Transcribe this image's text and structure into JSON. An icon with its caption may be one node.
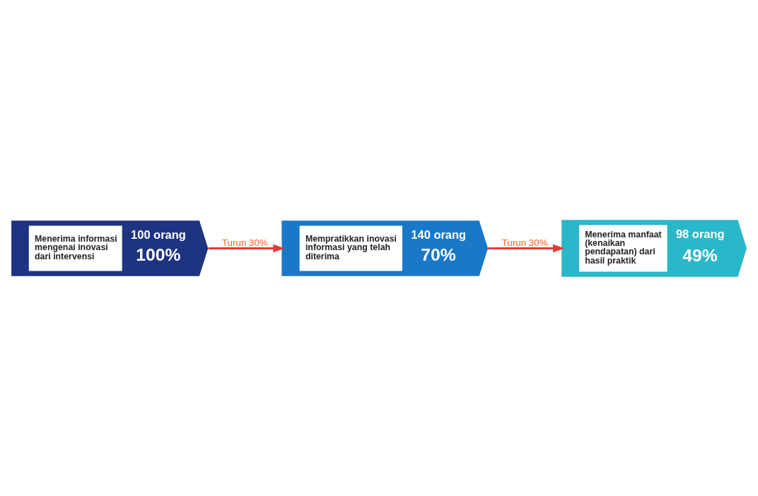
{
  "diagram": {
    "nodes": [
      {
        "text": [
          "Menerima informasi mengenai inovasi dari intervensi",
          "100 orang",
          "100%"
        ]
      },
      {
        "text": [
          "Mempratikkan inovasi informasi yang telah diterima",
          "140 orang",
          "70%"
        ]
      },
      {
        "text": [
          "Menerima manfaat (kenaikan pendapatan) dari hasil praktik",
          "98 orang",
          "49%"
        ]
      }
    ],
    "edges": [
      {
        "from": 0,
        "to": 1,
        "arrow": "to",
        "label": "Turun 30%"
      },
      {
        "from": 1,
        "to": 2,
        "arrow": "to",
        "label": "Turun 30%"
      }
    ]
  }
}
